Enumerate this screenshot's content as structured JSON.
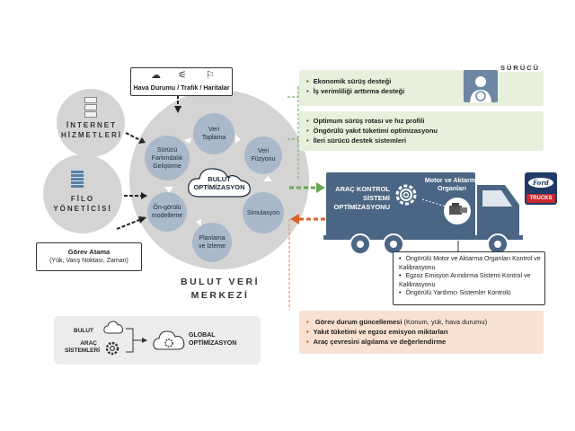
{
  "weather_box": {
    "label": "Hava Durumu / Trafik / Haritalar"
  },
  "internet": {
    "line1": "İNTERNET",
    "line2": "HİZMETLERİ"
  },
  "fleet": {
    "line1": "FİLO",
    "line2": "YÖNETİCİSİ"
  },
  "task_box": {
    "title": "Görev Atama",
    "subtitle": "(Yük, Varış Noktası, Zaman)"
  },
  "cloud_center": {
    "title_line1": "BULUT",
    "title_line2": "OPTİMİZASYON",
    "nodes": [
      "Veri Toplama",
      "Veri Füzyonu",
      "Simulasyon",
      "Planlama ve İzleme",
      "Ön-görülü modelleme",
      "Sürücü Farkındalık Geliştirme"
    ]
  },
  "data_center_label": {
    "line1": "BULUT VERİ",
    "line2": "MERKEZİ"
  },
  "legend": {
    "cloud_label": "BULUT",
    "vehicle_label_line1": "ARAÇ",
    "vehicle_label_line2": "SİSTEMLERİ",
    "global_line1": "GLOBAL",
    "global_line2": "OPTİMİZASYON"
  },
  "driver": {
    "label": "SÜRÜCÜ",
    "items": [
      "Ekonomik sürüş desteği",
      "İş verimliliği arttırma desteği"
    ]
  },
  "green_box2": {
    "items": [
      "Optimum sürüş rotası ve hız profili",
      "Öngörülü yakıt tüketimi optimizasyonu",
      "İleri sürücü destek sistemleri"
    ]
  },
  "truck": {
    "control_line1": "ARAÇ KONTROL",
    "control_line2": "SİSTEMİ",
    "control_line3": "OPTİMİZASYONU",
    "engine_line1": "Motor ve Aktarma",
    "engine_line2": "Organları",
    "brand_top": "Ford",
    "brand_bottom": "TRUCKS"
  },
  "control_box": {
    "items": [
      "Öngörülü Motor ve Aktarma Organları Kontrol ve Kalibrasyonu",
      "Egzoz Emisyon Arındırma Sistemi Kontrol ve Kalibrasyonu",
      "Öngörülü Yardımcı Sistemler Kontrolü"
    ]
  },
  "orange_box": {
    "item1_bold": "Görev durum güncellemesi",
    "item1_rest": " (Konum, yük, hava durumu)",
    "item2": "Yakıt tüketimi ve egzoz emisyon miktarları",
    "item3": "Araç çevresini algılama ve değerlendirme"
  },
  "colors": {
    "cloud_bg": "#d4d4d4",
    "node": "#a9b9c9",
    "green": "#e7f0dc",
    "orange": "#f9e1d2",
    "truck": "#4b6684"
  }
}
